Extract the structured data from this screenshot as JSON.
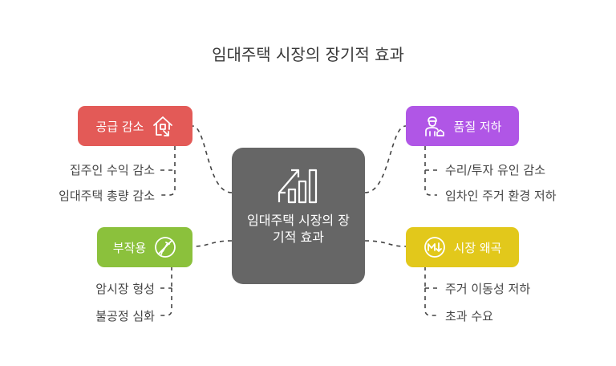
{
  "title": "임대주택 시장의 장기적 효과",
  "center": {
    "label": "임대주택 시장의 장기적 효과",
    "icon": "growth-chart-icon",
    "color": "#666666"
  },
  "branches": {
    "supply": {
      "label": "공급 감소",
      "icon": "house-down-icon",
      "color": "#e35a57",
      "items": [
        "집주인 수익 감소",
        "임대주택 총량 감소"
      ]
    },
    "side_effect": {
      "label": "부작용",
      "icon": "prohibited-syringe-icon",
      "color": "#8bc13c",
      "items": [
        "암시장 형성",
        "불공정 심화"
      ]
    },
    "quality": {
      "label": "품질 저하",
      "icon": "worker-house-icon",
      "color": "#b056e6",
      "items": [
        "수리/투자 유인 감소",
        "임차인 주거 환경 저하"
      ]
    },
    "distortion": {
      "label": "시장 왜곡",
      "icon": "market-down-icon",
      "color": "#e2c81b",
      "items": [
        "주거 이동성 저하",
        "초과 수요"
      ]
    }
  }
}
